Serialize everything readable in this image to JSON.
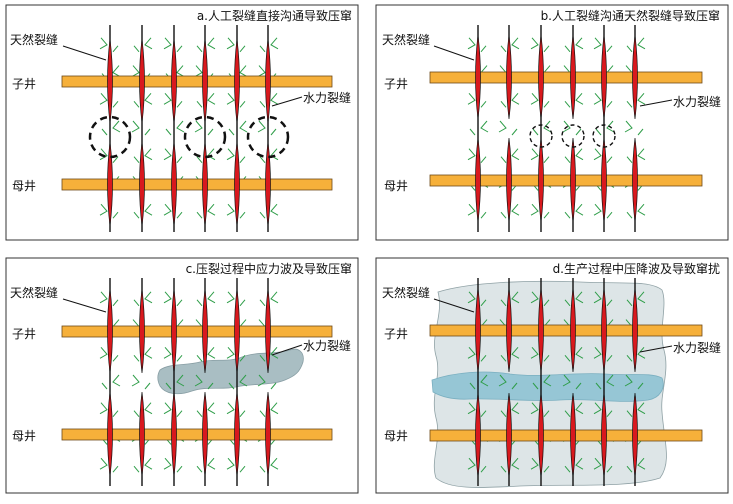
{
  "colors": {
    "well": "#F6B03A",
    "well_stroke": "#6E4A1A",
    "frac": "#D9191E",
    "frac_edge": "#111111",
    "natural": "#2E9D48",
    "stress": "#A9BEC3",
    "frac_hit": "#111111",
    "hit_zone": "#96C6D5"
  },
  "panels": [
    {
      "id": "a",
      "title": "a.人工裂缝直接沟通导致压窜",
      "label_natural": "天然裂缝",
      "label_upper_well": "子井",
      "label_lower_well": "母井",
      "label_hydraulic": "水力裂缝",
      "hit_markers": 3,
      "hit_marker_size": "large"
    },
    {
      "id": "b",
      "title": "b.人工裂缝沟通天然裂缝导致压窜",
      "label_natural": "天然裂缝",
      "label_upper_well": "子井",
      "label_lower_well": "母井",
      "label_hydraulic": "水力裂缝",
      "hit_markers": 3,
      "hit_marker_size": "small"
    },
    {
      "id": "c",
      "title": "c.压裂过程中应力波及导致压窜",
      "label_natural": "天然裂缝",
      "label_upper_well": "子井",
      "label_lower_well": "母井",
      "label_hydraulic": "水力裂缝",
      "effect": "stress-wave-patch"
    },
    {
      "id": "d",
      "title": "d.生产过程中压降波及导致窜扰",
      "label_natural": "天然裂缝",
      "label_upper_well": "子井",
      "label_lower_well": "母井",
      "label_hydraulic": "水力裂缝",
      "effect": "pressure-drop-zone"
    }
  ]
}
